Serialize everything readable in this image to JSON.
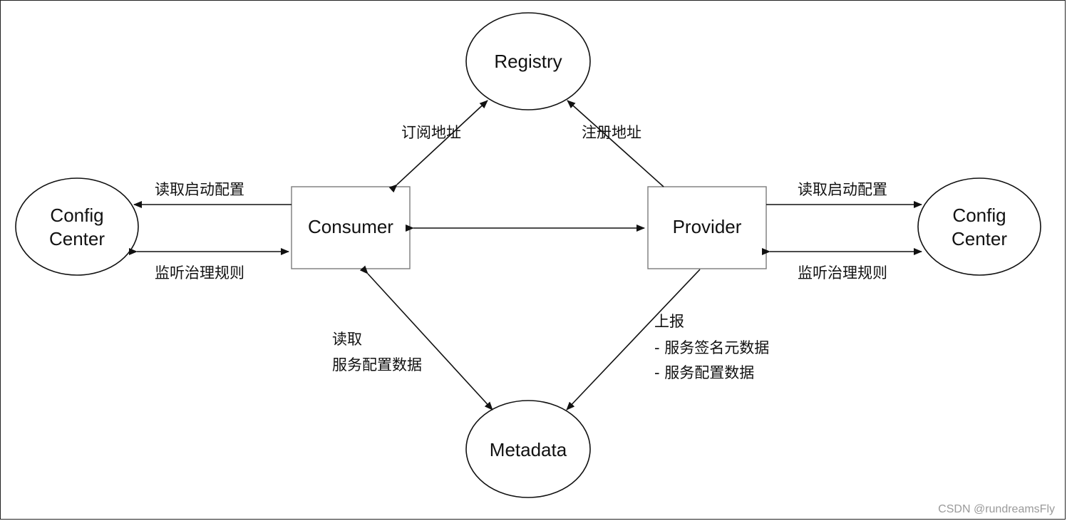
{
  "nodes": {
    "registry": "Registry",
    "consumer": "Consumer",
    "provider": "Provider",
    "metadata": "Metadata",
    "config_left": [
      "Config",
      "Center"
    ],
    "config_right": [
      "Config",
      "Center"
    ]
  },
  "edges": {
    "subscribe_address": "订阅地址",
    "register_address": "注册地址",
    "left_read_startup_config": "读取启动配置",
    "left_listen_governance_rules": "监听治理规则",
    "right_read_startup_config": "读取启动配置",
    "right_listen_governance_rules": "监听治理规则",
    "consumer_metadata": [
      "读取",
      "服务配置数据"
    ],
    "provider_metadata": [
      "上报",
      "- 服务签名元数据",
      "- 服务配置数据"
    ]
  },
  "watermark": "CSDN @rundreamsFly"
}
